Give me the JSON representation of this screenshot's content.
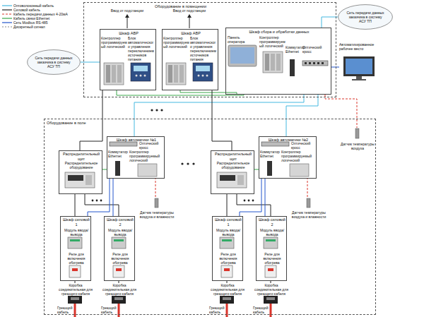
{
  "diagram": {
    "nodes": [
      {
        "text": [
          "Оборудование в помещении"
        ]
      },
      {
        "text": [
          "Сеть передачи данных заказчика в систему АСУ ТП"
        ]
      },
      {
        "text": [
          "Шкаф АВР"
        ],
        "in": 0
      },
      {
        "text": [
          "Шкаф АВР"
        ],
        "in": 0
      },
      {
        "text": [
          "Шкаф сбора и обработки данных"
        ],
        "in": 0
      },
      {
        "text": [
          "Сеть передачи данных заказчика в систему АСУ ТП"
        ]
      },
      {
        "text": [
          "Автоматизированное рабочее место"
        ]
      },
      {
        "text": [
          "Оборудование в поле"
        ]
      },
      {
        "text": [
          "Датчик температуры воздуха"
        ],
        "in": 7
      },
      {
        "text": [
          "Распределительный щит",
          "Распределительное оборудование"
        ],
        "in": 7
      },
      {
        "text": [
          "Шкаф автоматики №1"
        ],
        "in": 7
      },
      {
        "text": [
          "Датчик температуры воздуха и влажности"
        ],
        "in": 7
      },
      {
        "text": [
          "Шкаф силовой 1",
          "Модуль ввода/вывода",
          "Реле для включения обогрева"
        ],
        "in": 7
      },
      {
        "text": [
          "Шкаф силовой 2",
          "Модуль ввода/вывода",
          "Реле для включения обогрева"
        ],
        "in": 7
      },
      {
        "text": [
          "Коробка соединительная для греющего кабеля",
          "Греющий кабель"
        ],
        "in": 7
      },
      {
        "text": [
          "Коробка соединительная для греющего кабеля",
          "Греющий кабель"
        ],
        "in": 7
      },
      {
        "text": [
          "Распределительный щит",
          "Распределительное оборудование"
        ],
        "in": 7
      },
      {
        "text": [
          "Шкаф автоматики №2"
        ],
        "in": 7
      },
      {
        "text": [
          "Датчик температуры воздуха и влажности"
        ],
        "in": 7
      },
      {
        "text": [
          "Шкаф силовой 1",
          "Модуль ввода/вывода",
          "Реле для включения обогрева"
        ],
        "in": 7
      },
      {
        "text": [
          "Шкаф силовой 2",
          "Модуль ввода/вывода",
          "Реле для включения обогрева"
        ],
        "in": 7
      },
      {
        "text": [
          "Коробка соединительная для греющего кабеля",
          "Греющий кабель"
        ],
        "in": 7
      },
      {
        "text": [
          "Коробка соединительная для греющего кабеля",
          "Греющий кабель"
        ],
        "in": 7
      }
    ],
    "edges": [
      {
        "from": 1,
        "to": 2,
        "arrow": "none"
      },
      {
        "from": 2,
        "to": 4,
        "arrow": "none"
      },
      {
        "from": 3,
        "to": 4,
        "arrow": "none"
      },
      {
        "from": 4,
        "to": 5,
        "arrow": "none"
      },
      {
        "from": 4,
        "to": 6,
        "arrow": "none"
      },
      {
        "from": 4,
        "to": 8,
        "arrow": "none"
      },
      {
        "from": 4,
        "to": 10,
        "arrow": "none"
      },
      {
        "from": 4,
        "to": 17,
        "arrow": "none"
      },
      {
        "from": 2,
        "to": 9,
        "arrow": "none"
      },
      {
        "from": 3,
        "to": 16,
        "arrow": "none"
      },
      {
        "from": 10,
        "to": 9,
        "arrow": "none"
      },
      {
        "from": 9,
        "to": 12,
        "arrow": "none"
      },
      {
        "from": 9,
        "to": 13,
        "arrow": "none"
      },
      {
        "from": 10,
        "to": 12,
        "arrow": "none"
      },
      {
        "from": 10,
        "to": 13,
        "arrow": "none"
      },
      {
        "from": 11,
        "to": 10,
        "arrow": "none"
      },
      {
        "from": 12,
        "to": 14,
        "arrow": "none"
      },
      {
        "from": 13,
        "to": 15,
        "arrow": "none"
      },
      {
        "from": 17,
        "to": 16,
        "arrow": "none"
      },
      {
        "from": 16,
        "to": 19,
        "arrow": "none"
      },
      {
        "from": 16,
        "to": 20,
        "arrow": "none"
      },
      {
        "from": 17,
        "to": 19,
        "arrow": "none"
      },
      {
        "from": 17,
        "to": 20,
        "arrow": "none"
      },
      {
        "from": 18,
        "to": 17,
        "arrow": "none"
      },
      {
        "from": 19,
        "to": 21,
        "arrow": "none"
      },
      {
        "from": 20,
        "to": 22,
        "arrow": "none"
      }
    ],
    "labels": [
      "Ввод от подстанции",
      "Ввод от подстанции",
      "Контроллер программируемый логический",
      "Блок автоматического управления переключением источников питания",
      "Контроллер программируемый логический",
      "Блок автоматического управления переключением источников питания",
      "Панель оператора",
      "Контроллер программируемый логический",
      "Коммутатор Ethernet",
      "Оптический кросс",
      "Оптический кросс",
      "Коммутатор Ethernet",
      "Контроллер программируемый логический",
      "Оптический кросс",
      "Коммутатор Ethernet",
      "Контроллер программируемый логический"
    ],
    "legend": [
      {
        "text": "Оптоволоконный кабель"
      },
      {
        "text": "Силовой кабель"
      },
      {
        "text": "Кабель передачи данных 4-20мА"
      },
      {
        "text": "Кабель связи Ethernet"
      },
      {
        "text": "Сеть Modbus RS-485"
      },
      {
        "text": "Дискретный сигнал"
      }
    ]
  }
}
